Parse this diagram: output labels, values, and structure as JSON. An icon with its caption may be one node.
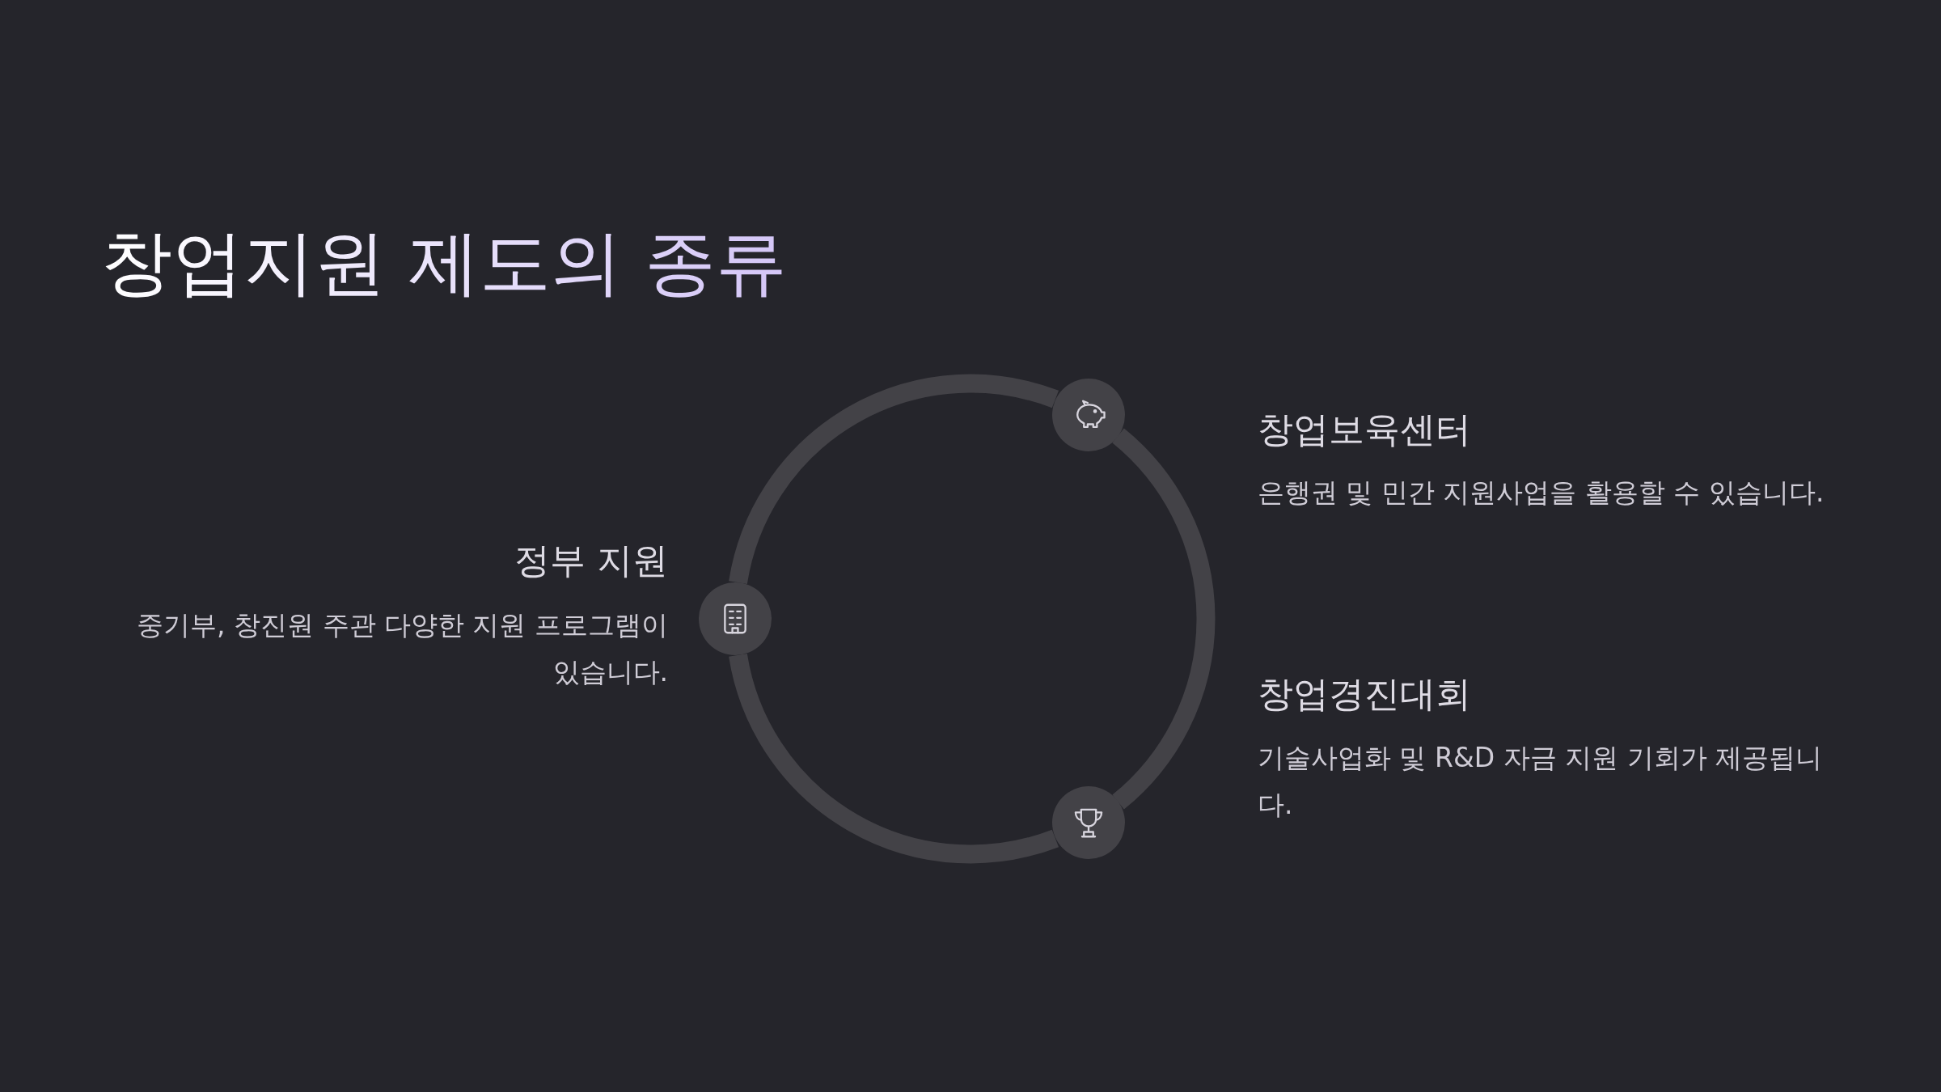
{
  "diagram": {
    "title": "창업지원 제도의 종류",
    "nodes": [
      {
        "text": [],
        "shape": "circle",
        "beside": [
          "정부 지원",
          "중기부, 창진원 주관 다양한 지원 프로그램이 있습니다."
        ]
      },
      {
        "text": [],
        "shape": "circle",
        "beside": [
          "창업보육센터",
          "은행권 및 민간 지원사업을 활용할 수 있습니다."
        ]
      },
      {
        "text": [],
        "shape": "circle",
        "beside": [
          "창업경진대회",
          "기술사업화 및 R&D 자금 지원 기회가 제공됩니다."
        ]
      }
    ],
    "edges": [
      {
        "from": 0,
        "to": 1,
        "arrow": "none"
      },
      {
        "from": 1,
        "to": 2,
        "arrow": "none"
      },
      {
        "from": 2,
        "to": 0,
        "arrow": "none"
      }
    ]
  }
}
